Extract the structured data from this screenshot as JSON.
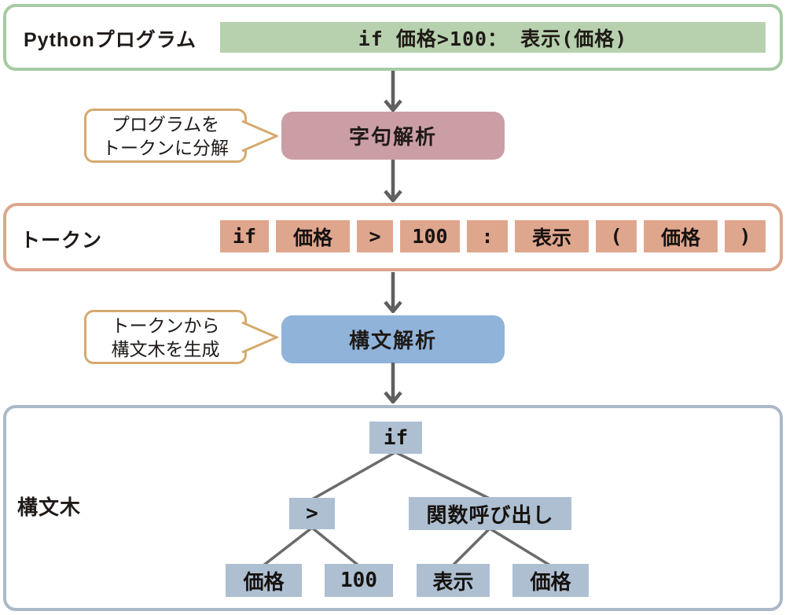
{
  "program": {
    "label": "Pythonプログラム",
    "code": "if 価格>100： 表示(価格)"
  },
  "lex": {
    "callout_line1": "プログラムを",
    "callout_line2": "トークンに分解",
    "box_label": "字句解析"
  },
  "tokens": {
    "label": "トークン",
    "items": [
      "if",
      "価格",
      ">",
      "100",
      ":",
      "表示",
      "(",
      "価格",
      ")"
    ]
  },
  "parse": {
    "callout_line1": "トークンから",
    "callout_line2": "構文木を生成",
    "box_label": "構文解析"
  },
  "tree": {
    "label": "構文木",
    "root": "if",
    "branch_left": ">",
    "branch_right": "関数呼び出し",
    "leaf_1": "価格",
    "leaf_2": "100",
    "leaf_3": "表示",
    "leaf_4": "価格"
  },
  "colors": {
    "green_border": "#a6cba4",
    "green_fill": "#b7d1ae",
    "rose_fill": "#cb9ea6",
    "blue_fill": "#90b3d9",
    "salmon_border": "#dca78e",
    "salmon_fill": "#dfa68e",
    "slate_node_fill": "#aebfd2",
    "slate_border": "#aab9c9",
    "tan_callout_border": "#d4aa6e",
    "arrow_gray": "#5f5f5f",
    "tree_line_gray": "#6b6b6b"
  }
}
